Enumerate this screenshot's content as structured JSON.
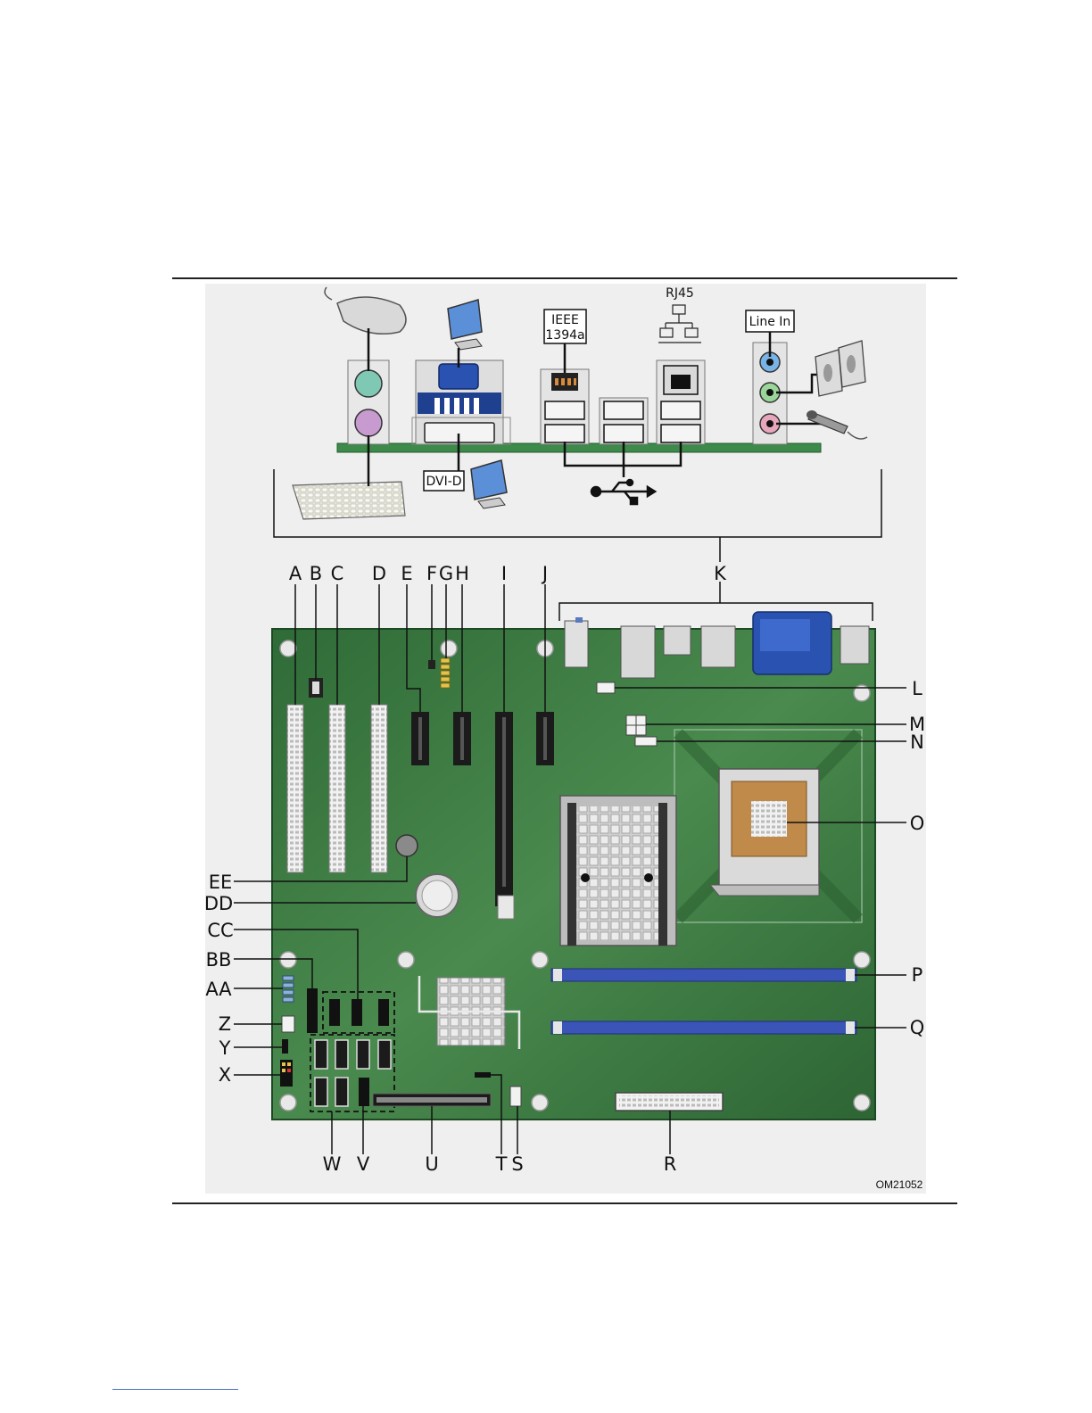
{
  "panel": {
    "rj45": "RJ45",
    "ieee_line1": "IEEE",
    "ieee_line2": "1394a",
    "line_in": "Line In",
    "dvi_d": "DVI-D"
  },
  "callouts": [
    {
      "id": "A",
      "text": "A"
    },
    {
      "id": "B",
      "text": "B"
    },
    {
      "id": "C",
      "text": "C"
    },
    {
      "id": "D",
      "text": "D"
    },
    {
      "id": "E",
      "text": "E"
    },
    {
      "id": "F",
      "text": "F"
    },
    {
      "id": "G",
      "text": "G"
    },
    {
      "id": "H",
      "text": "H"
    },
    {
      "id": "I",
      "text": "I"
    },
    {
      "id": "J",
      "text": "J"
    },
    {
      "id": "K",
      "text": "K"
    },
    {
      "id": "L",
      "text": "L"
    },
    {
      "id": "M",
      "text": "M"
    },
    {
      "id": "N",
      "text": "N"
    },
    {
      "id": "O",
      "text": "O"
    },
    {
      "id": "P",
      "text": "P"
    },
    {
      "id": "Q",
      "text": "Q"
    },
    {
      "id": "R",
      "text": "R"
    },
    {
      "id": "S",
      "text": "S"
    },
    {
      "id": "T",
      "text": "T"
    },
    {
      "id": "U",
      "text": "U"
    },
    {
      "id": "V",
      "text": "V"
    },
    {
      "id": "W",
      "text": "W"
    },
    {
      "id": "X",
      "text": "X"
    },
    {
      "id": "Y",
      "text": "Y"
    },
    {
      "id": "Z",
      "text": "Z"
    },
    {
      "id": "AA",
      "text": "AA"
    },
    {
      "id": "BB",
      "text": "BB"
    },
    {
      "id": "CC",
      "text": "CC"
    },
    {
      "id": "DD",
      "text": "DD"
    },
    {
      "id": "EE",
      "text": "EE"
    }
  ],
  "figure_id": "OM21052",
  "colors": {
    "board": "#3a7a42",
    "board_dark": "#25592c",
    "dimm_blue": "#3b54b8",
    "vga_blue": "#2a52b0",
    "background_panel": "#eeeeee"
  }
}
